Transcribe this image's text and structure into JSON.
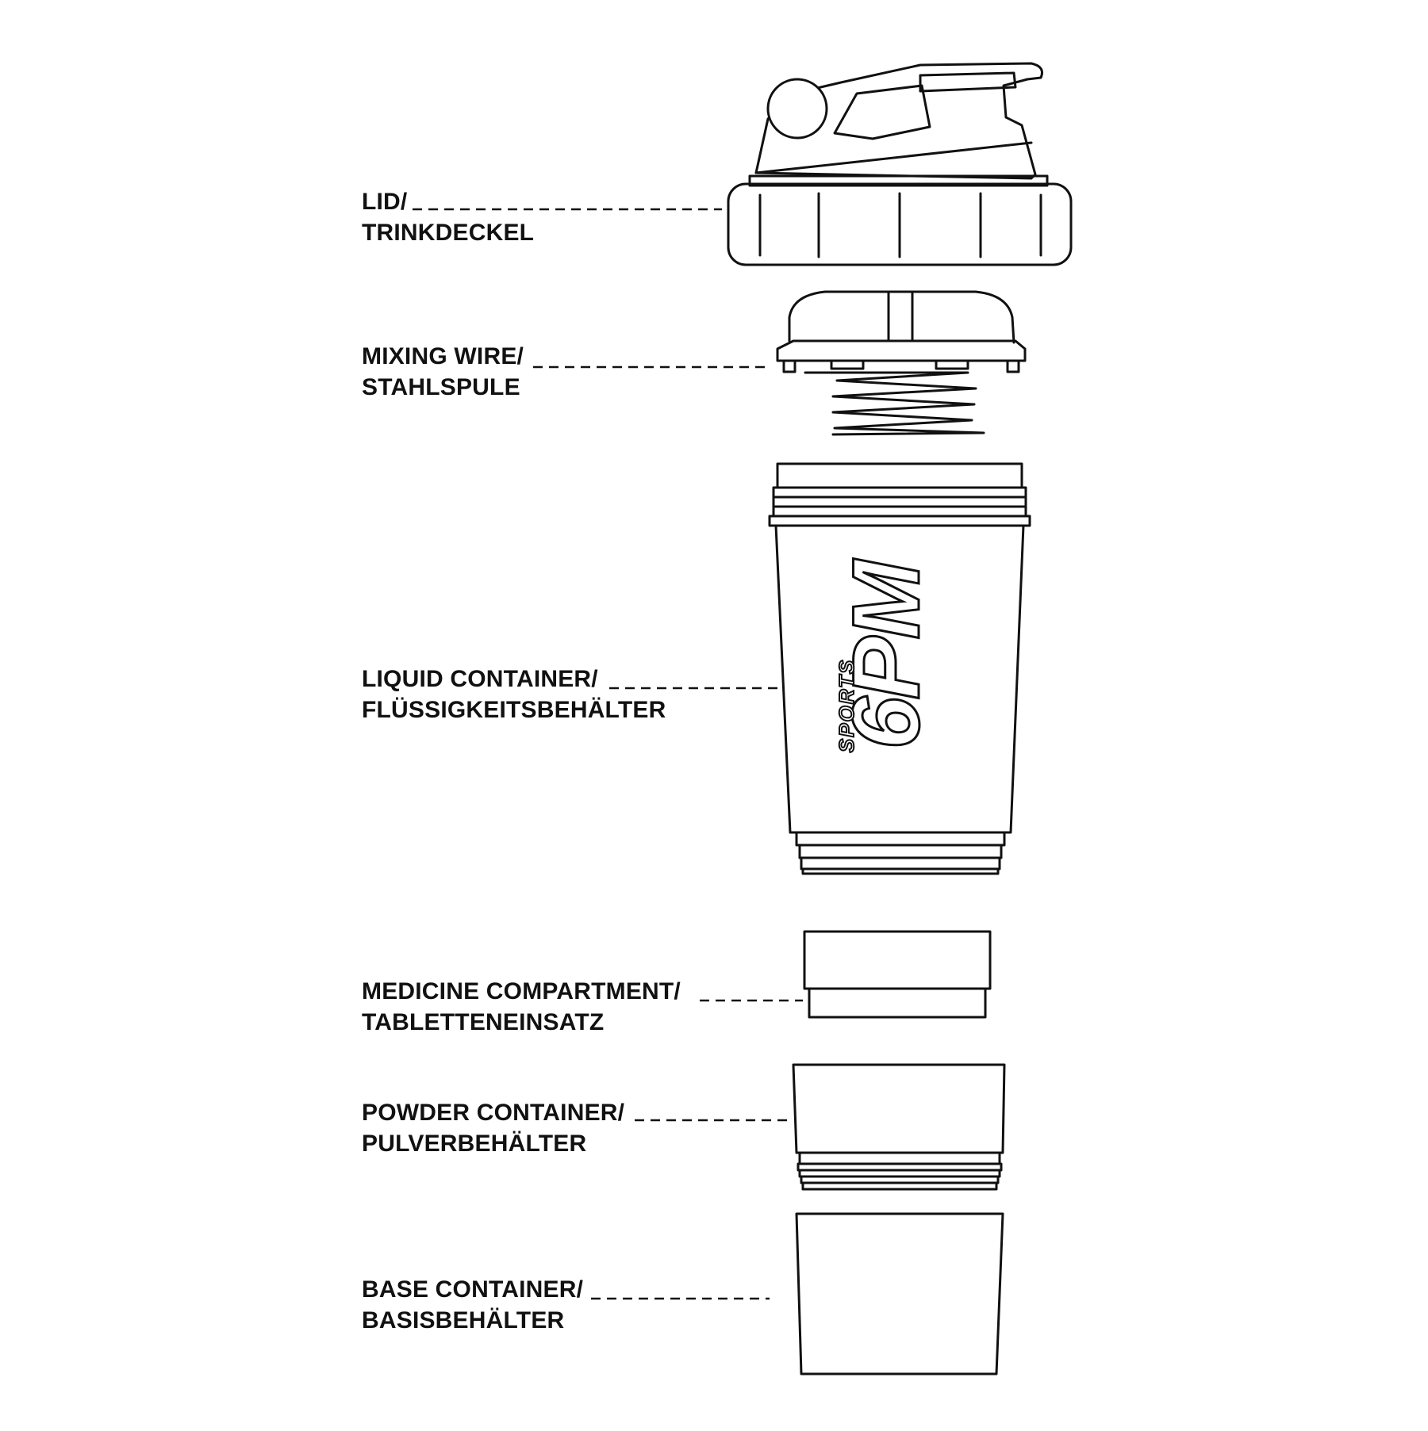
{
  "labels": [
    {
      "id": "lid",
      "line1": "LID/",
      "line2": "TRINKDECKEL"
    },
    {
      "id": "mixing-wire",
      "line1": "MIXING WIRE/",
      "line2": "STAHLSPULE"
    },
    {
      "id": "liquid-container",
      "line1": "LIQUID CONTAINER/",
      "line2": "FLÜSSIGKEITSBEHÄLTER"
    },
    {
      "id": "medicine-compartment",
      "line1": "MEDICINE COMPARTMENT/",
      "line2": "TABLETTENEINSATZ"
    },
    {
      "id": "powder-container",
      "line1": "POWDER CONTAINER/",
      "line2": "PULVERBEHÄLTER"
    },
    {
      "id": "base-container",
      "line1": "BASE CONTAINER/",
      "line2": "BASISBEHÄLTER"
    }
  ],
  "logo": {
    "small_text": "SPORTS",
    "big_text": "6PM"
  },
  "colors": {
    "stroke": "#111111",
    "background": "#ffffff"
  }
}
